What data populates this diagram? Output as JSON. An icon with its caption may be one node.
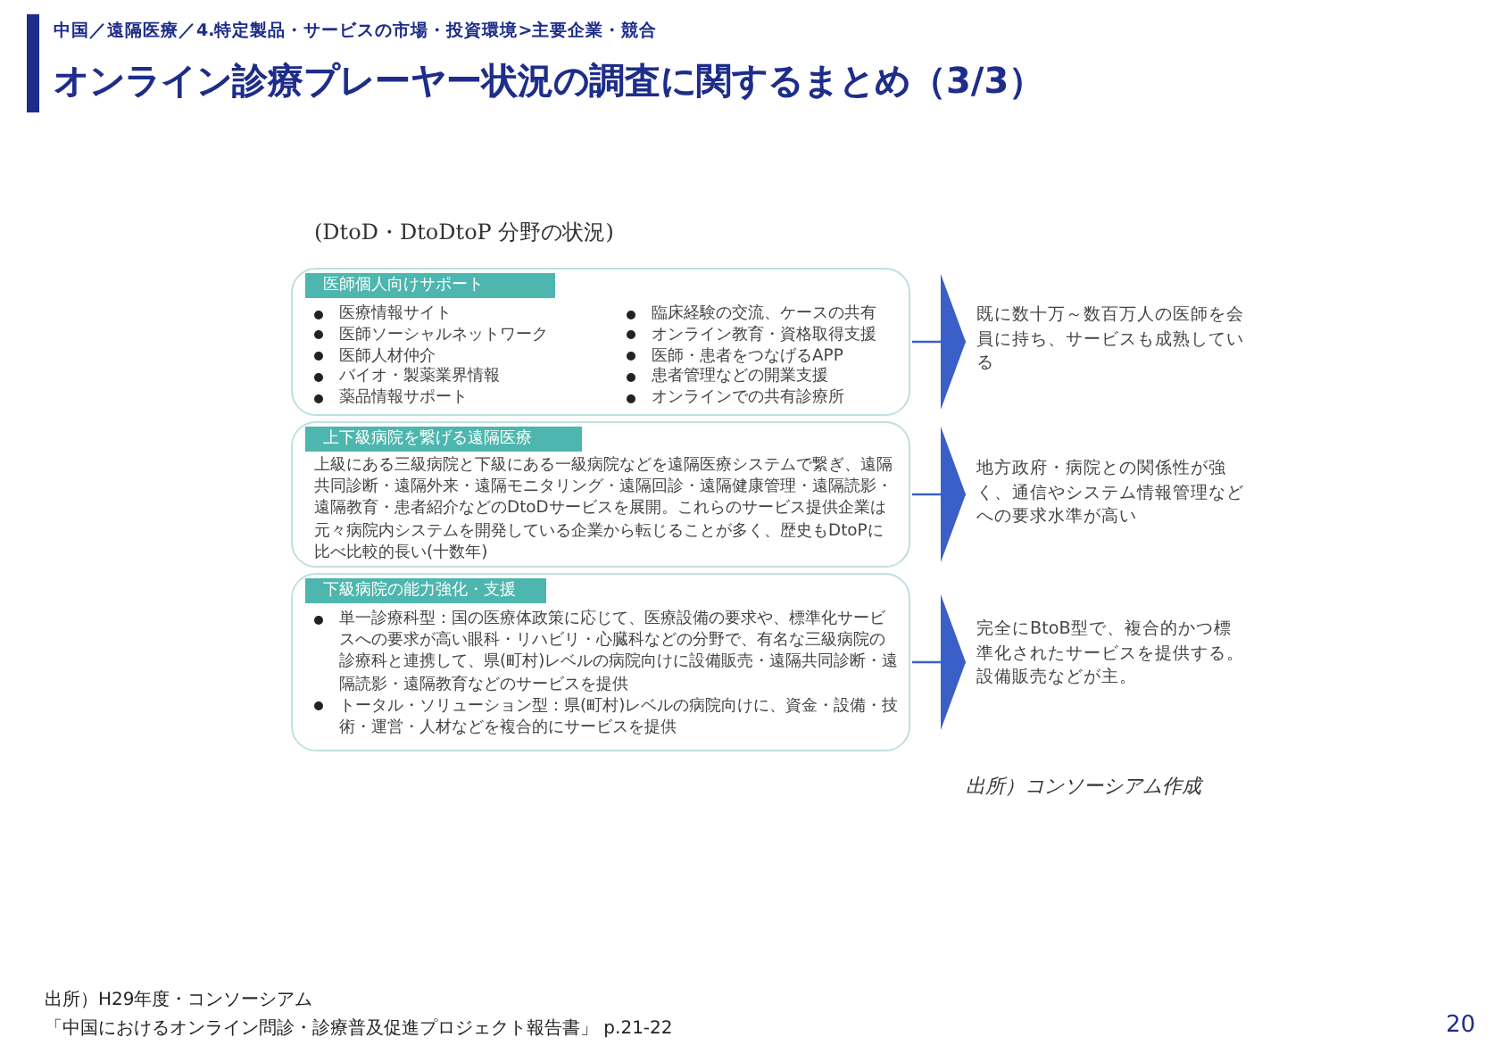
{
  "diagram": {
    "title": "オンライン診療プレーヤー状況の調査に関するまとめ（3/3）",
    "nodes": [
      {
        "text": [
          "医師個人向けサポート",
          "医療情報サイト",
          "医師ソーシャルネットワーク",
          "医師人材仲介",
          "バイオ・製薬業界情報",
          "薬品情報サポート",
          "臨床経験の交流、ケースの共有",
          "オンライン教育・資格取得支援",
          "医師・患者をつなげるAPP",
          "患者管理などの開業支援",
          "オンラインでの共有診療所"
        ]
      },
      {
        "text": [
          "既に数十万～数百万人の医師を会員に持ち、サービスも成熟している"
        ]
      },
      {
        "text": [
          "上下級病院を繋げる遠隔医療",
          "上級にある三級病院と下級にある一級病院などを遠隔医療システムで繋ぎ、遠隔共同診断・遠隔外来・遠隔モニタリング・遠隔回診・遠隔健康管理・遠隔読影・遠隔教育・患者紹介などのDtoDサービスを展開。これらのサービス提供企業は元々病院内システムを開発している企業から転じることが多く、歴史もDtoPに比べ比較的長い(十数年)"
        ]
      },
      {
        "text": [
          "地方政府・病院との関係性が強く、通信やシステム情報管理などへの要求水準が高い"
        ]
      },
      {
        "text": [
          "下級病院の能力強化・支援",
          "単一診療科型：国の医療体政策に応じて、医療設備の要求や、標準化サービスへの要求が高い眼科・リハビリ・心臓科などの分野で、有名な三級病院の診療科と連携して、県(町村)レベルの病院向けに設備販売・遠隔共同診断・遠隔読影・遠隔教育などのサービスを提供",
          "トータル・ソリューション型：県(町村)レベルの病院向けに、資金・設備・技術・運営・人材などを複合的にサービスを提供"
        ]
      },
      {
        "text": [
          "完全にBtoB型で、複合的かつ標準化されたサービスを提供する。設備販売などが主。"
        ]
      }
    ],
    "edges": [
      {
        "from": 0,
        "to": 1,
        "arrow": "to"
      },
      {
        "from": 2,
        "to": 3,
        "arrow": "to"
      },
      {
        "from": 4,
        "to": 5,
        "arrow": "to"
      }
    ],
    "labels": [
      "中国／遠隔医療／4.特定製品・サービスの市場・投資環境>主要企業・競合",
      "(DtoD・DtoDtoP 分野の状況)",
      "出所）コンソーシアム作成",
      "出所）H29年度・コンソーシアム",
      "「中国におけるオンライン問診・診療普及促進プロジェクト報告書」 p.21-22",
      "20"
    ]
  }
}
